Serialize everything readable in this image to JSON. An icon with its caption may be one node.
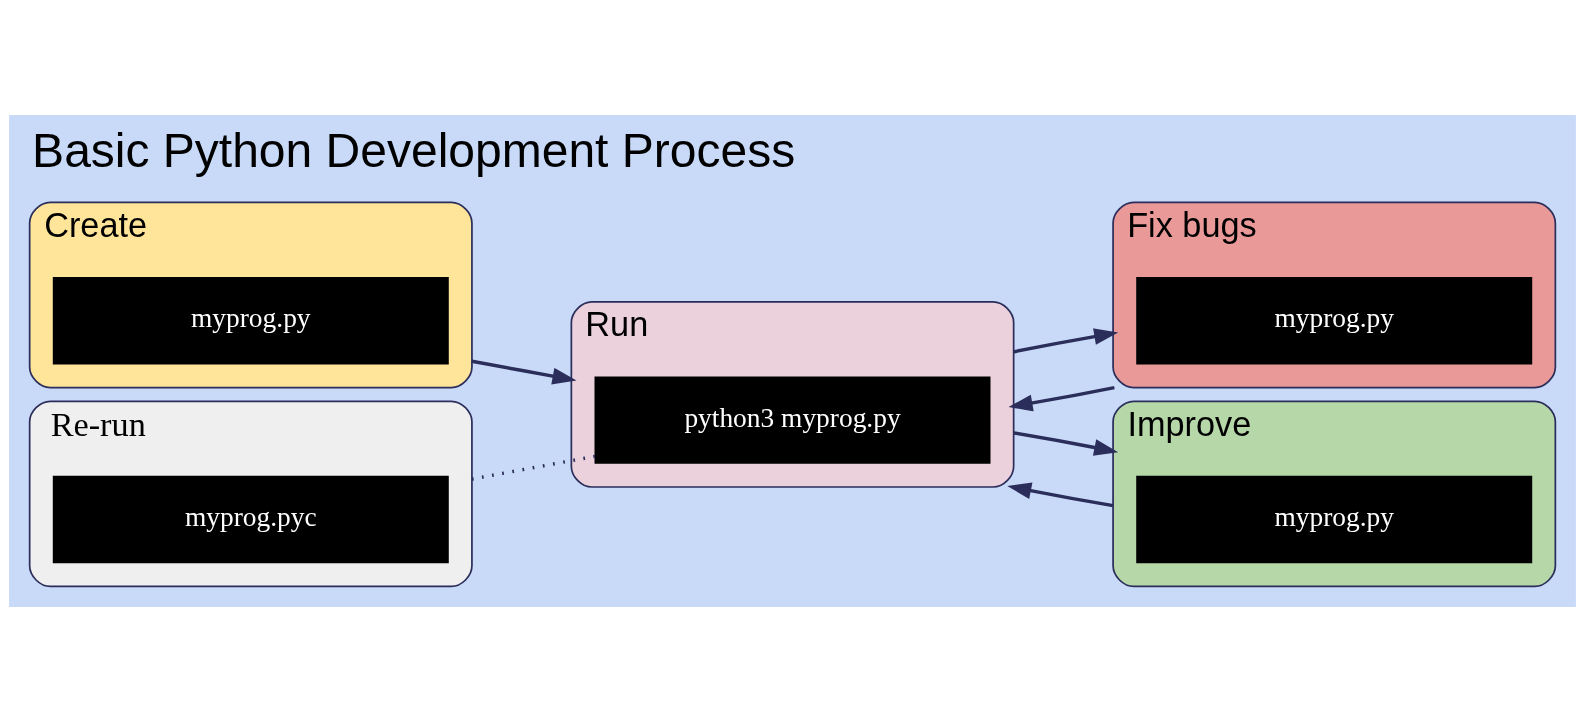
{
  "diagram": {
    "title": "Basic Python Development Process",
    "nodes": [
      {
        "text": [
          "Create"
        ]
      },
      {
        "text": [
          "myprog.py"
        ],
        "in": 0
      },
      {
        "text": [
          "Run"
        ]
      },
      {
        "text": [
          "python3 myprog.py"
        ],
        "in": 2
      },
      {
        "text": [
          "Fix bugs"
        ]
      },
      {
        "text": [
          "myprog.py"
        ],
        "in": 4
      },
      {
        "text": [
          "Improve"
        ]
      },
      {
        "text": [
          "myprog.py"
        ],
        "in": 6
      },
      {
        "text": [
          "Re-run"
        ]
      },
      {
        "text": [
          "myprog.pyc"
        ],
        "in": 8
      }
    ],
    "edges": [
      {
        "from": 0,
        "to": 2,
        "arrow": "to"
      },
      {
        "from": 2,
        "to": 4,
        "arrow": "to"
      },
      {
        "from": 4,
        "to": 2,
        "arrow": "to"
      },
      {
        "from": 2,
        "to": 6,
        "arrow": "to"
      },
      {
        "from": 6,
        "to": 2,
        "arrow": "to"
      },
      {
        "from": 8,
        "to": 3,
        "arrow": "none",
        "style": "dashed"
      }
    ]
  }
}
